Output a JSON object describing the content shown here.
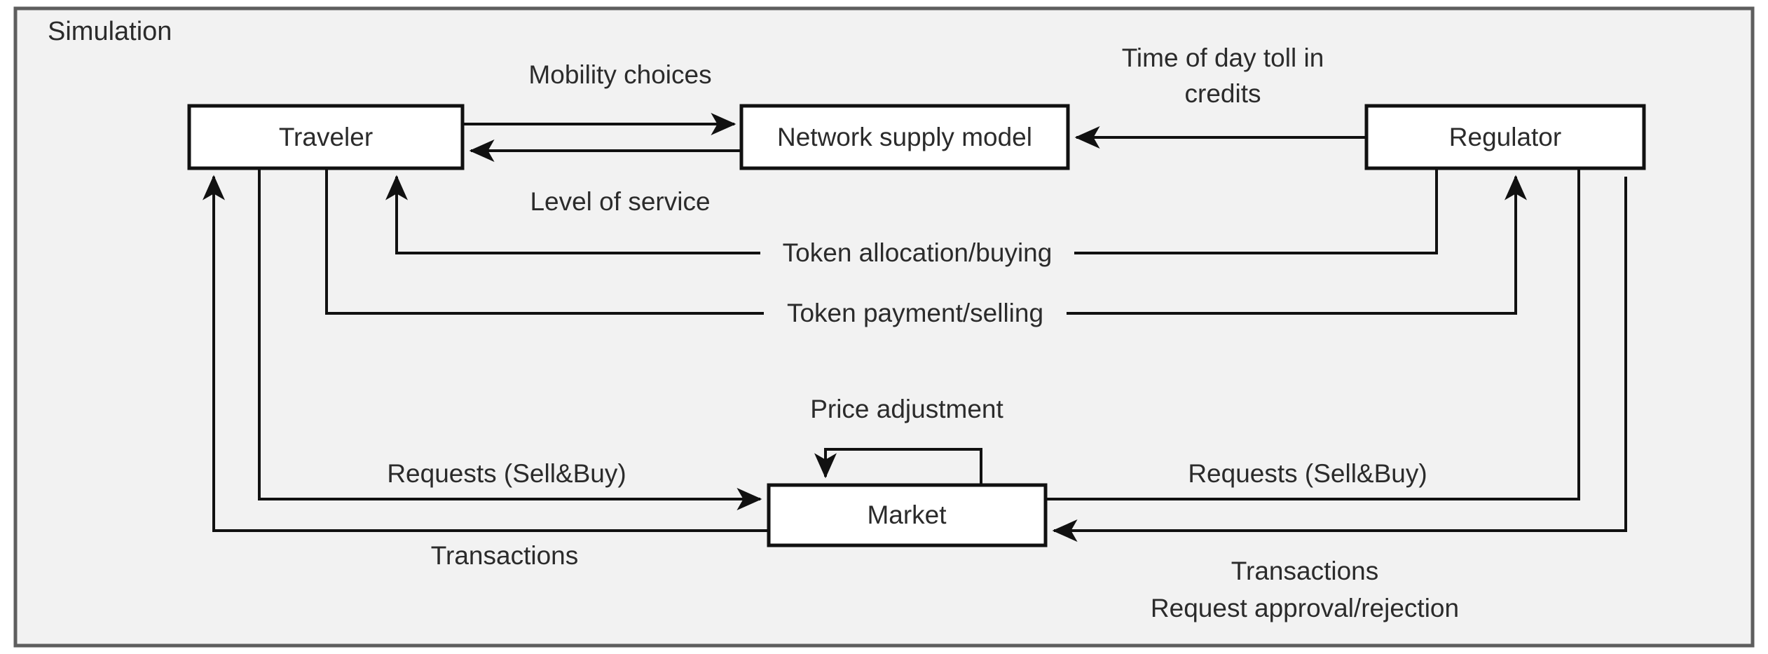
{
  "frame": {
    "title": "Simulation",
    "background_color": "#f2f2f2",
    "border_color": "#5e5e5e"
  },
  "style": {
    "node_fill": "#ffffff",
    "node_stroke": "#111111",
    "text_color": "#2b2b2b",
    "edge_color": "#111111"
  },
  "nodes": [
    {
      "id": "traveler",
      "label": "Traveler"
    },
    {
      "id": "network_supply_model",
      "label": "Network supply model"
    },
    {
      "id": "regulator",
      "label": "Regulator"
    },
    {
      "id": "market",
      "label": "Market"
    }
  ],
  "edges": [
    {
      "id": "mobility-choices",
      "label": "Mobility choices",
      "from": "Traveler",
      "to": "Network supply model"
    },
    {
      "id": "level-of-service",
      "label": "Level of service",
      "from": "Network supply model",
      "to": "Traveler"
    },
    {
      "id": "time-of-day-toll",
      "label": "Time of day toll in credits",
      "from": "Regulator",
      "to": "Network supply model"
    },
    {
      "id": "token-allocation-buying",
      "label": "Token allocation/buying",
      "from": "Regulator",
      "to": "Traveler"
    },
    {
      "id": "token-payment-selling",
      "label": "Token payment/selling",
      "from": "Traveler",
      "to": "Regulator"
    },
    {
      "id": "price-adjustment",
      "label": "Price adjustment",
      "from": "Market",
      "to": "Market"
    },
    {
      "id": "requests-sell-buy-left",
      "label": "Requests (Sell&Buy)",
      "from": "Traveler",
      "to": "Market"
    },
    {
      "id": "transactions-left",
      "label": "Transactions",
      "from": "Market",
      "to": "Traveler"
    },
    {
      "id": "requests-sell-buy-right",
      "label": "Requests (Sell&Buy)",
      "from": "Regulator",
      "to": "Market"
    },
    {
      "id": "transactions-right",
      "label": "Transactions",
      "from": "Market",
      "to": "Regulator"
    },
    {
      "id": "request-approval-rejection",
      "label": "Request approval/rejection",
      "from": "Market",
      "to": "Regulator"
    }
  ],
  "edge_labels": {
    "mobility_choices": "Mobility choices",
    "level_of_service": "Level of service",
    "time_of_day_toll_line1": "Time of day toll in",
    "time_of_day_toll_line2": "credits",
    "token_allocation": "Token allocation/buying",
    "token_payment": "Token payment/selling",
    "price_adjustment": "Price adjustment",
    "requests_left": "Requests (Sell&Buy)",
    "requests_right": "Requests (Sell&Buy)",
    "transactions_left": "Transactions",
    "transactions_right": "Transactions",
    "request_approval": "Request approval/rejection"
  }
}
